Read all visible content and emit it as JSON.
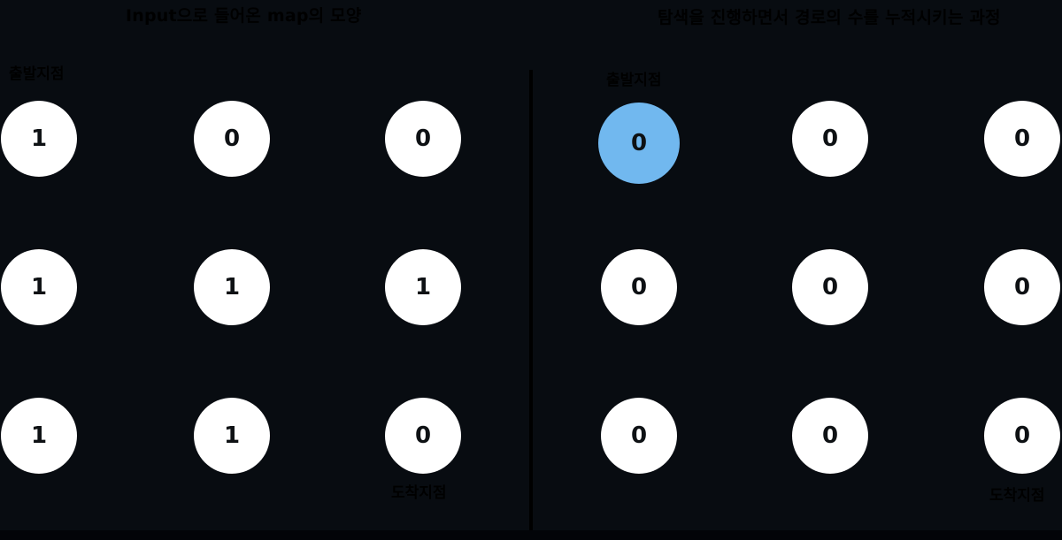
{
  "page": {
    "background_color": "#080c11",
    "bottom_strip_color": "#020408",
    "divider_color": "#000000",
    "text_color": "#000000"
  },
  "colors": {
    "circle_fill": "#ffffff",
    "circle_number": "#0e1114",
    "highlight_fill": "#71b8ef"
  },
  "panels": [
    {
      "id": "input-map",
      "title": "Input으로 들어온 map의 모양",
      "start_label": "출발지점",
      "end_label": "도착지점",
      "grid": [
        [
          "1",
          "0",
          "0"
        ],
        [
          "1",
          "1",
          "1"
        ],
        [
          "1",
          "1",
          "0"
        ]
      ],
      "highlight": null
    },
    {
      "id": "path-count",
      "title": "탐색을 진행하면서 경로의 수를 누적시키는 과정",
      "start_label": "출발지점",
      "end_label": "도착지점",
      "grid": [
        [
          "0",
          "0",
          "0"
        ],
        [
          "0",
          "0",
          "0"
        ],
        [
          "0",
          "0",
          "0"
        ]
      ],
      "highlight": {
        "row": 0,
        "col": 0
      }
    }
  ]
}
